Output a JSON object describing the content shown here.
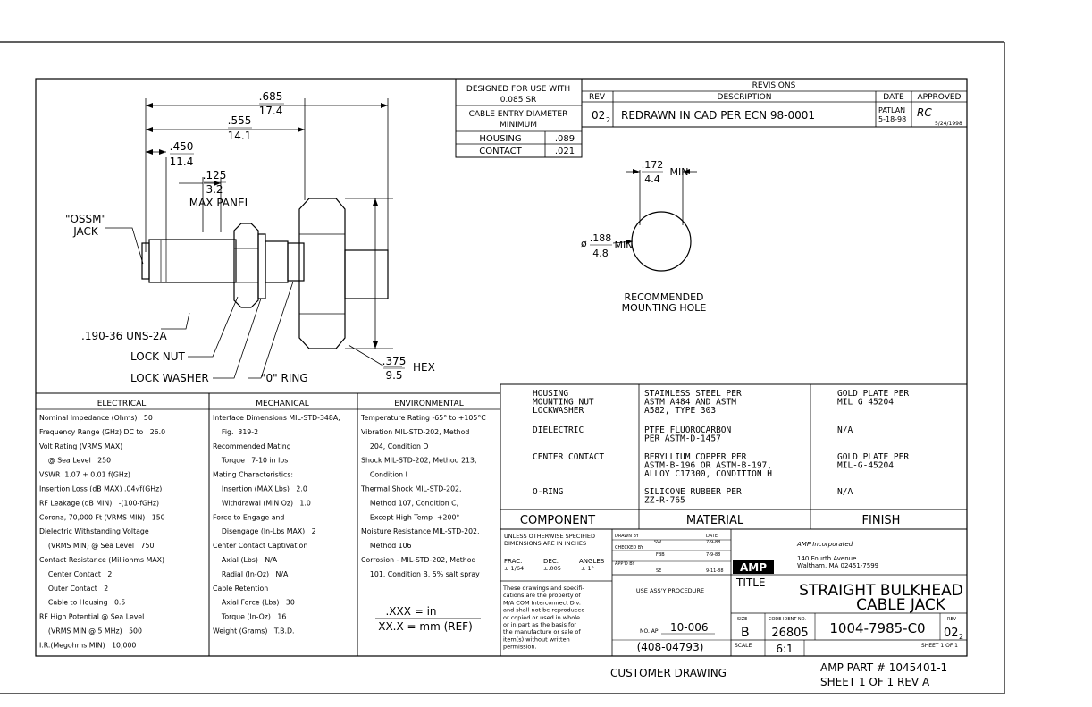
{
  "drawing": {
    "dims": {
      "overall_in": ".685",
      "overall_mm": "17.4",
      "body_in": ".555",
      "body_mm": "14.1",
      "thread_in": ".450",
      "thread_mm": "11.4",
      "panel_in": ".125",
      "panel_mm": "3.2",
      "panel_label": "MAX PANEL",
      "hex_in": ".375",
      "hex_mm": "9.5",
      "hex_label": "HEX"
    },
    "labels": {
      "jack_1": "\"OSSM\"",
      "jack_2": "JACK",
      "thread": ".190-36 UNS-2A",
      "lock_nut": "LOCK NUT",
      "lock_washer": "LOCK WASHER",
      "o_ring": "\"0\" RING"
    },
    "hole": {
      "width_in": ".172",
      "width_mm": "4.4",
      "width_suffix": "MIN",
      "dia_prefix": "ø",
      "dia_in": ".188",
      "dia_mm": "4.8",
      "dia_suffix": "MIN",
      "caption_1": "RECOMMENDED",
      "caption_2": "MOUNTING HOLE"
    }
  },
  "cable_box": {
    "designed_1": "DESIGNED FOR USE WITH",
    "designed_2": "0.085 SR",
    "entry_1": "CABLE ENTRY DIAMETER",
    "entry_2": "MINIMUM",
    "housing_label": "HOUSING",
    "housing_val": ".089",
    "contact_label": "CONTACT",
    "contact_val": ".021"
  },
  "revisions": {
    "title": "REVISIONS",
    "h_rev": "REV",
    "h_desc": "DESCRIPTION",
    "h_date": "DATE",
    "h_approved": "APPROVED",
    "rev": "02",
    "rev_sub": "2",
    "desc": "REDRAWN IN CAD PER ECN 98-0001",
    "date_1": "PATLAN",
    "date_2": "5-18-98",
    "approved_sig": "RC",
    "approved_date": "5/24/1998"
  },
  "specs": {
    "electrical": {
      "title": "ELECTRICAL",
      "rows": [
        "Nominal Impedance (Ohms)   50",
        "Frequency Range (GHz) DC to   26.0",
        "Volt Rating (VRMS MAX)",
        "    @ Sea Level   250",
        "VSWR  1.07 + 0.01 f(GHz)",
        "Insertion Loss (dB MAX) .04√f(GHz)",
        "RF Leakage (dB MIN)   -(100-fGHz)",
        "Corona, 70,000 Ft (VRMS MIN)   150",
        "Dielectric Withstanding Voltage",
        "    (VRMS MIN) @ Sea Level   750",
        "Contact Resistance (Milliohms MAX)",
        "    Center Contact   2",
        "    Outer Contact   2",
        "    Cable to Housing   0.5",
        "RF High Potential @ Sea Level",
        "    (VRMS MIN @ 5 MHz)   500",
        "I.R.(Megohms MIN)   10,000"
      ]
    },
    "mechanical": {
      "title": "MECHANICAL",
      "rows": [
        "Interface Dimensions MIL-STD-348A,",
        "    Fig.  319-2",
        "Recommended Mating",
        "    Torque   7-10 in lbs",
        "Mating Characteristics:",
        "    Insertion (MAX Lbs)   2.0",
        "    Withdrawal (MIN Oz)   1.0",
        "Force to Engage and",
        "    Disengage (In-Lbs MAX)   2",
        "Center Contact Captivation",
        "    Axial (Lbs)   N/A",
        "    Radial (In-Oz)   N/A",
        "Cable Retention",
        "    Axial Force (Lbs)   30",
        "    Torque (In-Oz)   16",
        "Weight (Grams)   T.B.D."
      ]
    },
    "environmental": {
      "title": "ENVIRONMENTAL",
      "rows": [
        "Temperature Rating -65° to +105°C",
        "Vibration MIL-STD-202, Method",
        "    204, Condition D",
        "Shock MIL-STD-202, Method 213,",
        "    Condition I",
        "Thermal Shock MIL-STD-202,",
        "    Method 107, Condition C,",
        "    Except High Temp  +200°",
        "Moisture Resistance MIL-STD-202,",
        "    Method 106",
        "Corrosion - MIL-STD-202, Method",
        "    101, Condition B, 5% salt spray"
      ],
      "tol_1": ".XXX  =  in",
      "tol_2": "XX.X  =  mm  (REF)"
    }
  },
  "material_table": {
    "h_component": "COMPONENT",
    "h_material": "MATERIAL",
    "h_finish": "FINISH",
    "rows": [
      {
        "component": "HOUSING\nMOUNTING NUT\nLOCKWASHER",
        "material": "STAINLESS STEEL PER\nASTM A484 AND ASTM\nA582, TYPE 303",
        "finish": "GOLD PLATE PER\nMIL G 45204"
      },
      {
        "component": "DIELECTRIC",
        "material": "PTFE FLUOROCARBON\nPER ASTM-D-1457",
        "finish": "N/A"
      },
      {
        "component": "CENTER CONTACT",
        "material": "BERYLLIUM COPPER PER\nASTM-B-196 OR ASTM-B-197,\nALLOY C17300, CONDITION H",
        "finish": "GOLD PLATE PER\nMIL-G-45204"
      },
      {
        "component": "O-RING",
        "material": "SILICONE RUBBER PER\nZZ-R-765",
        "finish": "N/A"
      }
    ]
  },
  "title_block": {
    "notes_1": "UNLESS OTHERWISE SPECIFIED",
    "notes_2": "DIMENSIONS ARE IN INCHES",
    "frac_h": "FRAC.",
    "dec_h": "DEC.",
    "ang_h": "ANGLES",
    "frac_v": "± 1/64",
    "dec_v": "±.005",
    "ang_v": "± 1°",
    "disclaimer": [
      "These drawings and specifi-",
      "cations are the property of",
      "M/A COM Interconnect Div.",
      "and shall not be reproduced",
      "or copied or used in whole",
      "or in part as the basis for",
      "the manufacture or sale of",
      "item(s) without written",
      "permission."
    ],
    "drawn_by": "DRAWN BY",
    "drawn_date_h": "DATE",
    "drawn_init": "SW",
    "drawn_date": "7-9-88",
    "checked_by": "CHECKED BY",
    "checked_init": "FBB",
    "checked_date": "7-9-88",
    "appd_by": "APP'D BY",
    "appd_init": "SE",
    "appd_date": "9-11-88",
    "use_assy": "USE ASS'Y PROCEDURE",
    "no_label": "NO. AP",
    "no_val": "10-006",
    "sub_no": "(408-04793)",
    "company": "AMP Incorporated",
    "addr_1": "140 Fourth Avenue",
    "addr_2": "Waltham, MA 02451-7599",
    "logo": "AMP",
    "title_label": "TITLE",
    "title_1": "STRAIGHT BULKHEAD",
    "title_2": "CABLE JACK",
    "size_h": "SIZE",
    "size_v": "B",
    "code_h": "CODE IDENT NO.",
    "code_v": "26805",
    "dwg_no": "1004-7985-C0",
    "rev_h": "REV",
    "rev_v": "02",
    "rev_sub": "2",
    "scale_h": "SCALE",
    "scale_v": "6:1",
    "sheet": "SHEET  1  OF  1"
  },
  "footer": {
    "customer": "CUSTOMER DRAWING",
    "part": "AMP PART # 1045401-1",
    "sheet": "SHEET 1 OF 1  REV A"
  }
}
